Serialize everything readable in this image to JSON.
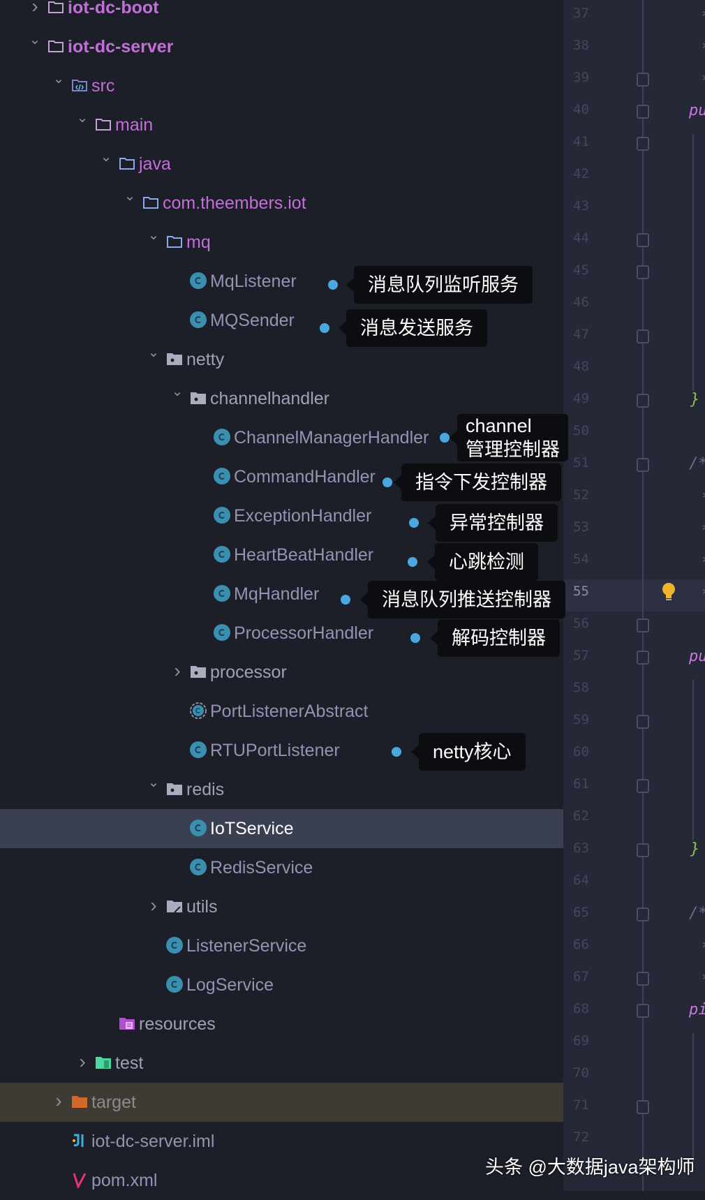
{
  "project_tree": {
    "items": [
      {
        "label": "iot-dc-boot",
        "level": 0,
        "chevron": "closed",
        "icon": "folder-icon",
        "style": "purple bold"
      },
      {
        "label": "iot-dc-server",
        "level": 0,
        "chevron": "open",
        "icon": "folder-icon",
        "style": "purple bold"
      },
      {
        "label": "src",
        "level": 1,
        "chevron": "open",
        "icon": "source-folder-icon",
        "style": "purple"
      },
      {
        "label": "main",
        "level": 2,
        "chevron": "open",
        "icon": "folder-icon",
        "style": "purple"
      },
      {
        "label": "java",
        "level": 3,
        "chevron": "open",
        "icon": "source-root-icon",
        "style": "purple"
      },
      {
        "label": "com.theembers.iot",
        "level": 4,
        "chevron": "open",
        "icon": "package-icon",
        "style": "purple"
      },
      {
        "label": "mq",
        "level": 5,
        "chevron": "open",
        "icon": "package-icon",
        "style": "purple"
      },
      {
        "label": "MqListener",
        "level": 6,
        "chevron": "none",
        "icon": "class-icon",
        "style": ""
      },
      {
        "label": "MQSender",
        "level": 6,
        "chevron": "none",
        "icon": "class-icon",
        "style": ""
      },
      {
        "label": "netty",
        "level": 5,
        "chevron": "open",
        "icon": "package-dot-icon",
        "style": "dir"
      },
      {
        "label": "channelhandler",
        "level": 6,
        "chevron": "open",
        "icon": "package-dot-icon",
        "style": "dir"
      },
      {
        "label": "ChannelManagerHandler",
        "level": 7,
        "chevron": "none",
        "icon": "class-icon",
        "style": ""
      },
      {
        "label": "CommandHandler",
        "level": 7,
        "chevron": "none",
        "icon": "class-icon",
        "style": ""
      },
      {
        "label": "ExceptionHandler",
        "level": 7,
        "chevron": "none",
        "icon": "class-icon",
        "style": ""
      },
      {
        "label": "HeartBeatHandler",
        "level": 7,
        "chevron": "none",
        "icon": "class-icon",
        "style": ""
      },
      {
        "label": "MqHandler",
        "level": 7,
        "chevron": "none",
        "icon": "class-icon",
        "style": ""
      },
      {
        "label": "ProcessorHandler",
        "level": 7,
        "chevron": "none",
        "icon": "class-icon",
        "style": ""
      },
      {
        "label": "processor",
        "level": 6,
        "chevron": "closed",
        "icon": "package-dot-icon",
        "style": "dir"
      },
      {
        "label": "PortListenerAbstract",
        "level": 6,
        "chevron": "none",
        "icon": "abstract-class-icon",
        "style": ""
      },
      {
        "label": "RTUPortListener",
        "level": 6,
        "chevron": "none",
        "icon": "class-icon",
        "style": ""
      },
      {
        "label": "redis",
        "level": 5,
        "chevron": "open",
        "icon": "package-dot-icon",
        "style": "dir"
      },
      {
        "label": "IoTService",
        "level": 6,
        "chevron": "none",
        "icon": "class-icon",
        "style": "sel",
        "selected": true
      },
      {
        "label": "RedisService",
        "level": 6,
        "chevron": "none",
        "icon": "class-icon",
        "style": ""
      },
      {
        "label": "utils",
        "level": 5,
        "chevron": "closed",
        "icon": "package-arrow-icon",
        "style": "dir"
      },
      {
        "label": "ListenerService",
        "level": 5,
        "chevron": "none",
        "icon": "class-icon",
        "style": ""
      },
      {
        "label": "LogService",
        "level": 5,
        "chevron": "none",
        "icon": "class-icon",
        "style": ""
      },
      {
        "label": "resources",
        "level": 3,
        "chevron": "none",
        "icon": "resources-folder-icon",
        "style": "dir"
      },
      {
        "label": "test",
        "level": 2,
        "chevron": "closed",
        "icon": "test-folder-icon",
        "style": "dir"
      },
      {
        "label": "target",
        "level": 1,
        "chevron": "closed",
        "icon": "excluded-folder-icon",
        "style": "dim",
        "excluded": true
      },
      {
        "label": "iot-dc-server.iml",
        "level": 1,
        "chevron": "none",
        "icon": "iml-file-icon",
        "style": ""
      },
      {
        "label": "pom.xml",
        "level": 1,
        "chevron": "none",
        "icon": "maven-pom-icon",
        "style": ""
      }
    ]
  },
  "annotations": [
    {
      "row": 7,
      "text": "消息队列监听服务"
    },
    {
      "row": 8,
      "text": "消息发送服务"
    },
    {
      "row": 11,
      "text": "channel管理控制器"
    },
    {
      "row": 12,
      "text": "指令下发控制器"
    },
    {
      "row": 13,
      "text": "异常控制器"
    },
    {
      "row": 14,
      "text": "心跳检测"
    },
    {
      "row": 15,
      "text": "消息队列推送控制器"
    },
    {
      "row": 16,
      "text": "解码控制器"
    },
    {
      "row": 19,
      "text": "netty核心"
    }
  ],
  "editor": {
    "line_numbers": [
      "37",
      "38",
      "39",
      "40",
      "41",
      "42",
      "43",
      "44",
      "45",
      "46",
      "47",
      "48",
      "49",
      "50",
      "51",
      "52",
      "53",
      "54",
      "55",
      "56",
      "57",
      "58",
      "59",
      "60",
      "61",
      "62",
      "63",
      "64",
      "65",
      "66",
      "67",
      "68",
      "69",
      "70",
      "71",
      "72"
    ],
    "current_line": "55",
    "code_fragments": [
      {
        "line": "37",
        "text": "*",
        "color": "#6b6f85"
      },
      {
        "line": "38",
        "text": "*",
        "color": "#6b6f85"
      },
      {
        "line": "39",
        "text": "*",
        "color": "#6b6f85"
      },
      {
        "line": "40",
        "text": "pu",
        "color": "#c678dd"
      },
      {
        "line": "49",
        "text": "}",
        "color": "#8bc34a"
      },
      {
        "line": "51",
        "text": "/*",
        "color": "#6b6f85"
      },
      {
        "line": "52",
        "text": "*",
        "color": "#6b6f85"
      },
      {
        "line": "53",
        "text": "*",
        "color": "#6b6f85"
      },
      {
        "line": "54",
        "text": "*",
        "color": "#6b6f85"
      },
      {
        "line": "55",
        "text": "*",
        "color": "#6b6f85"
      },
      {
        "line": "57",
        "text": "pu",
        "color": "#c678dd"
      },
      {
        "line": "63",
        "text": "}",
        "color": "#8bc34a"
      },
      {
        "line": "65",
        "text": "/*",
        "color": "#6b6f85"
      },
      {
        "line": "66",
        "text": "*",
        "color": "#6b6f85"
      },
      {
        "line": "67",
        "text": "*",
        "color": "#6b6f85"
      },
      {
        "line": "68",
        "text": "pi",
        "color": "#c678dd"
      }
    ],
    "intention_icon": "lightbulb-icon"
  },
  "watermark": "头条 @大数据java架构师",
  "colors": {
    "accent_purple": "#c46ed9",
    "class_icon": "#3a8fb0",
    "dot": "#4aa8e0",
    "selected_row": "#3b3f52"
  }
}
